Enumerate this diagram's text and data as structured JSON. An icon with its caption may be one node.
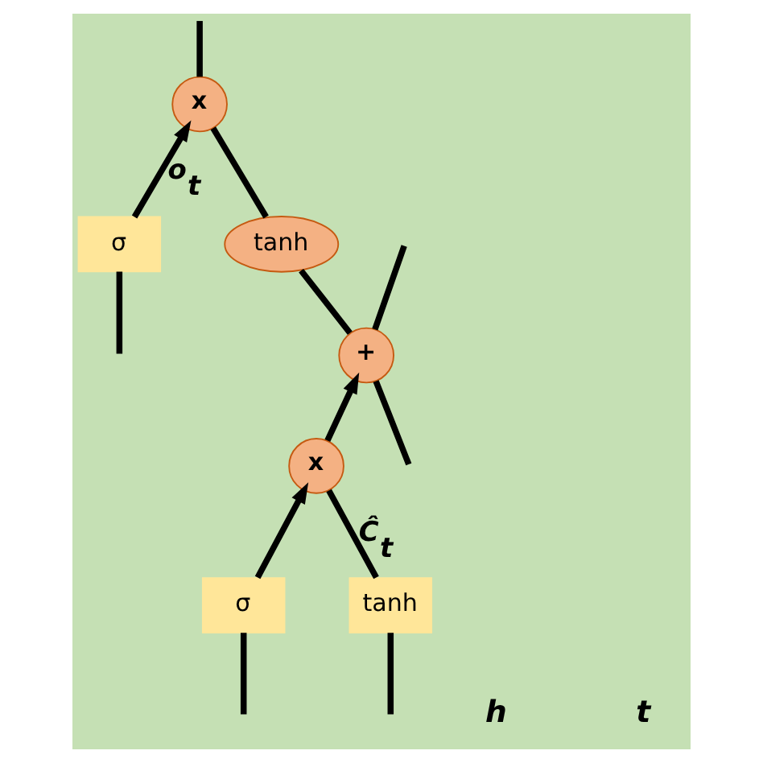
{
  "diagram": {
    "nodes": [
      {
        "text": [
          "+"
        ]
      },
      {
        "text": [
          "tanh"
        ]
      },
      {
        "text": [
          "x"
        ]
      },
      {
        "text": [
          "x"
        ]
      },
      {
        "text": [
          "σ"
        ]
      },
      {
        "text": [
          "tanh"
        ]
      },
      {
        "text": [
          "σ"
        ]
      }
    ],
    "edges": [
      {
        "from": null,
        "to": 0,
        "arrow": "none"
      },
      {
        "from": 0,
        "to": null,
        "arrow": "none"
      },
      {
        "from": 0,
        "to": 1,
        "arrow": "none"
      },
      {
        "from": 2,
        "to": 0,
        "arrow": "to"
      },
      {
        "from": 1,
        "to": 3,
        "arrow": "none"
      },
      {
        "from": 4,
        "to": 2,
        "arrow": "to"
      },
      {
        "from": 5,
        "to": 2,
        "arrow": "none",
        "label": "Ĉ$_{t}$"
      },
      {
        "from": 6,
        "to": 3,
        "arrow": "to",
        "label": "o$_{t}$"
      },
      {
        "from": 3,
        "to": null,
        "arrow": "none"
      },
      {
        "from": null,
        "to": 4,
        "arrow": "none"
      },
      {
        "from": null,
        "to": 5,
        "arrow": "none"
      },
      {
        "from": null,
        "to": 6,
        "arrow": "none"
      }
    ],
    "labels": [
      "h",
      "t"
    ]
  }
}
